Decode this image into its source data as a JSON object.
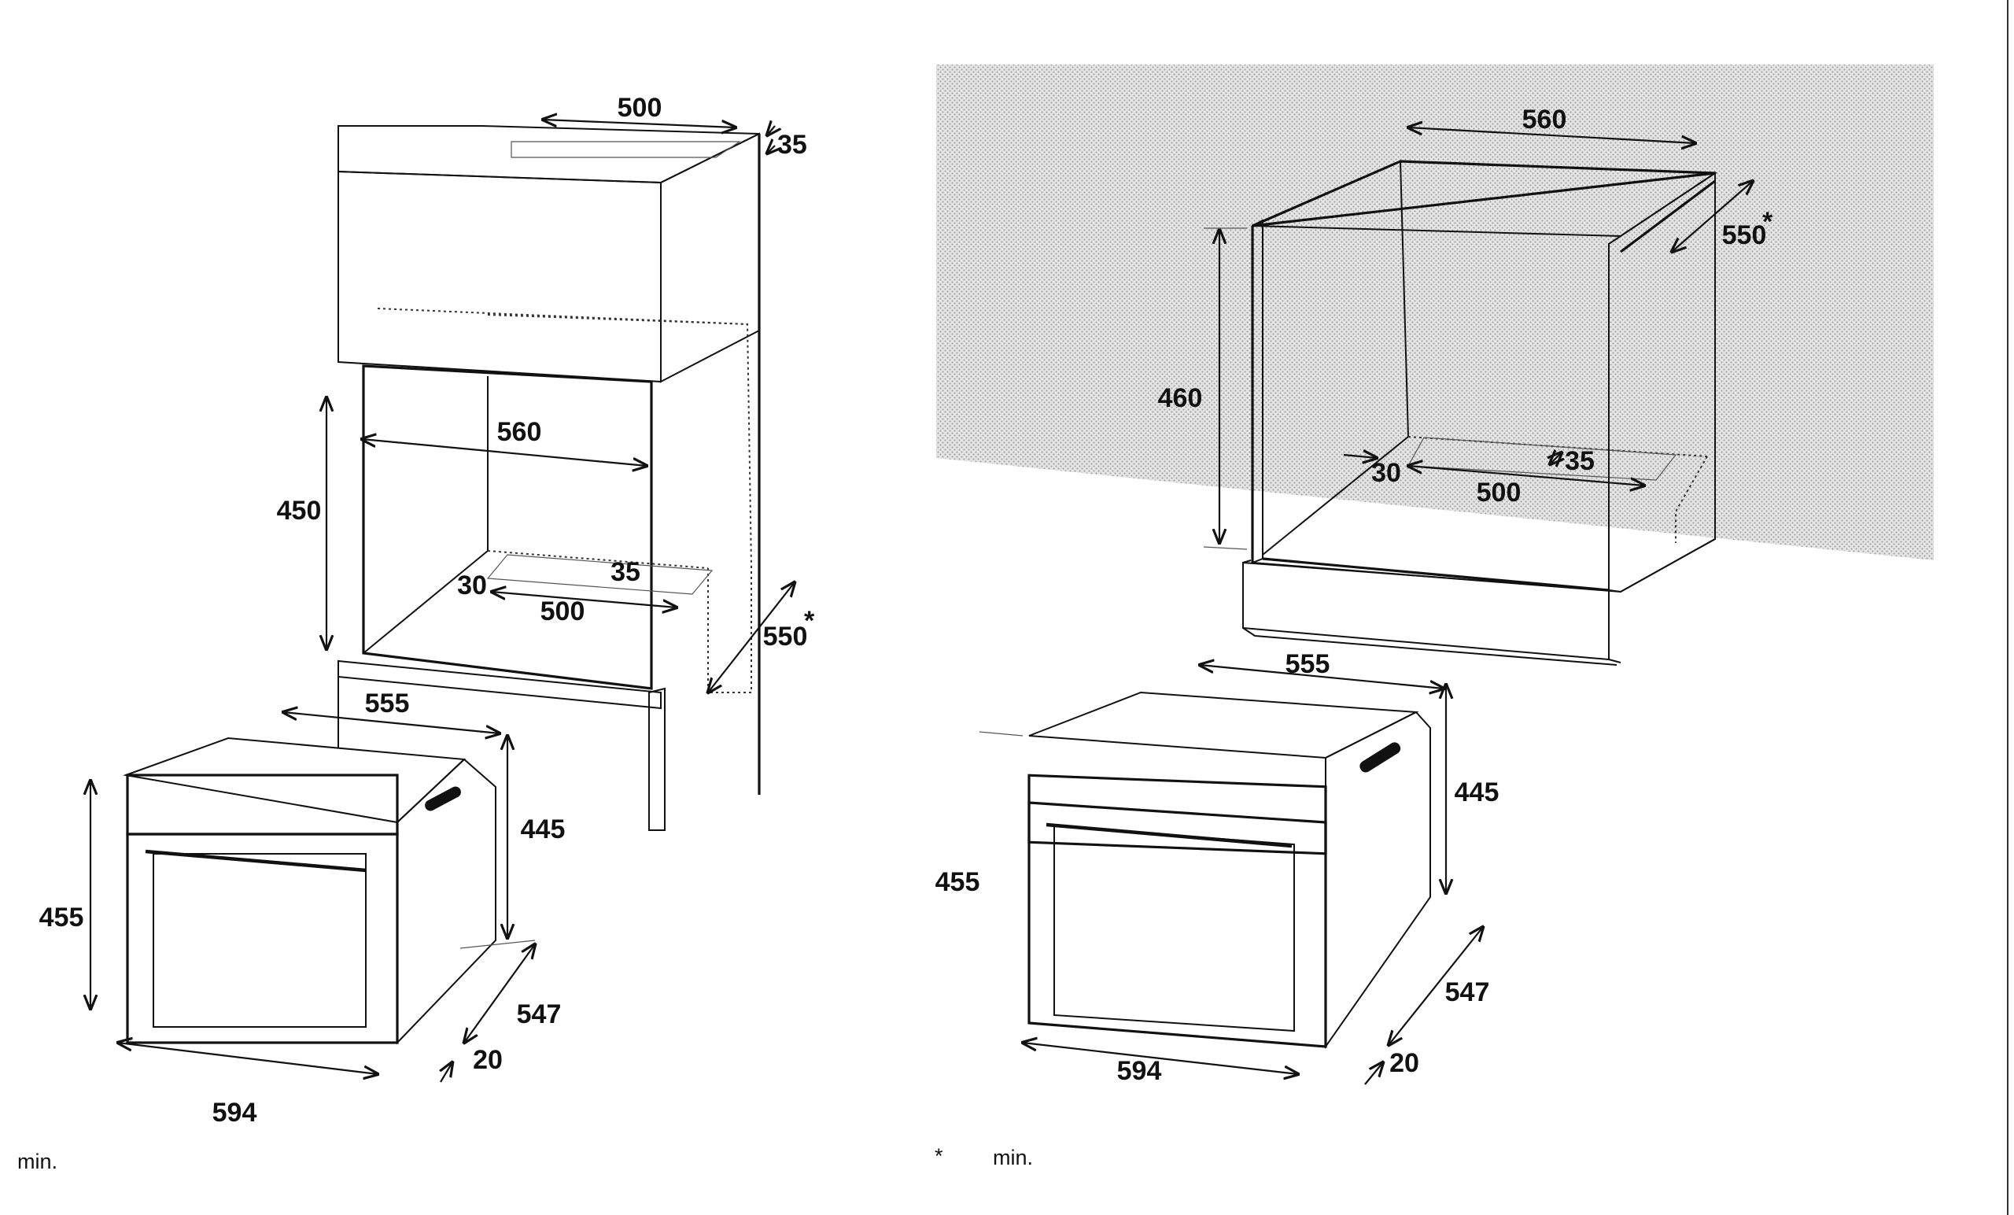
{
  "colors": {
    "ink": "#111111",
    "wall_hatch": "#d8d8d8",
    "panel": "#ececec",
    "glass": "#bdbdbd"
  },
  "left_diagram": {
    "cabinet_top_width": "500",
    "top_gap": "35",
    "cavity_width": "560",
    "cavity_height": "450",
    "floor_gap_front": "30",
    "floor_vent_width": "500",
    "floor_vent_depth": "35",
    "cabinet_depth": "550",
    "cabinet_depth_mark": "*",
    "oven_width_top": "555",
    "oven_height_body": "445",
    "oven_height_front": "455",
    "oven_depth": "547",
    "front_thickness": "20",
    "oven_width_front": "594"
  },
  "right_diagram": {
    "cavity_width": "560",
    "cabinet_depth": "550",
    "cabinet_depth_mark": "*",
    "cavity_height": "460",
    "floor_gap_front": "30",
    "floor_vent_depth": "35",
    "floor_vent_width": "500",
    "oven_width_top": "555",
    "oven_height_body": "445",
    "oven_height_front": "455",
    "oven_depth": "547",
    "oven_width_front": "594",
    "front_thickness": "20"
  },
  "footnotes": {
    "left_min": "min.",
    "right_asterisk": "*",
    "right_min": "min."
  }
}
